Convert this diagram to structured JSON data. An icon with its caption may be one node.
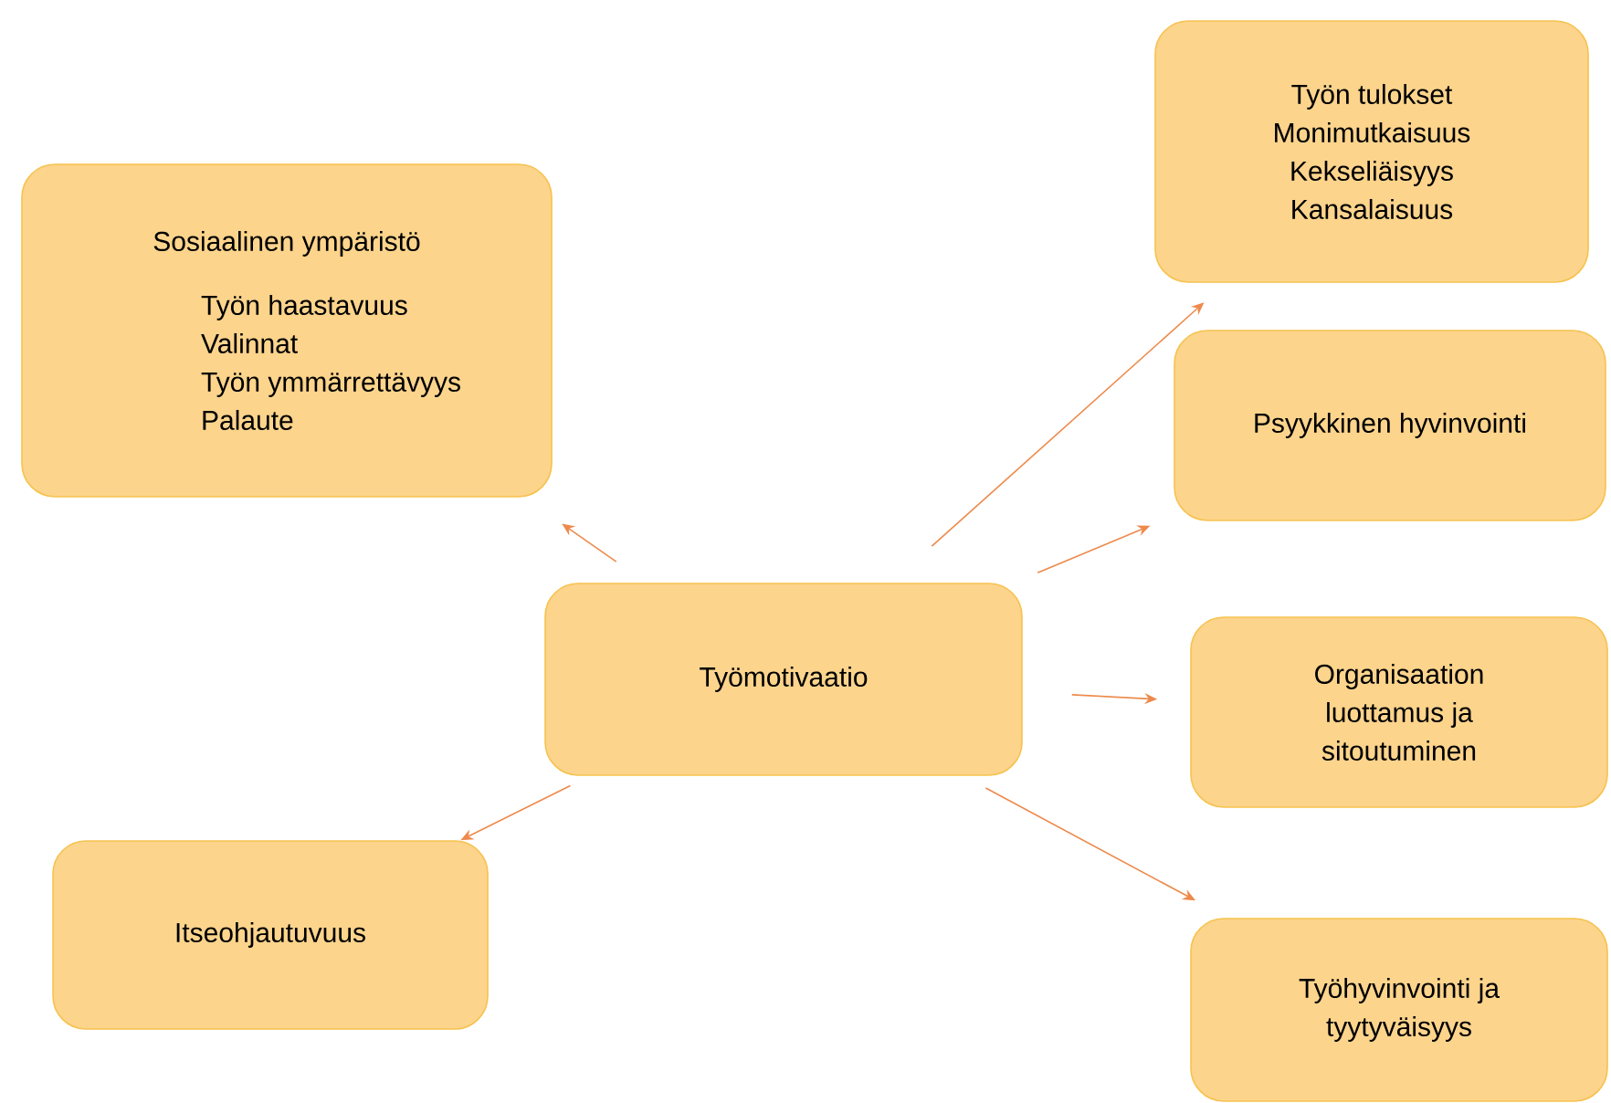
{
  "diagram": {
    "nodes": [
      {
        "text": [
          "Sosiaalinen ympäristö",
          "Työn haastavuus",
          "Valinnat",
          "Työn ymmärrettävyys",
          "Palaute"
        ]
      },
      {
        "text": [
          "Työn tulokset",
          "Monimutkaisuus",
          "Kekseliäisyys",
          "Kansalaisuus"
        ]
      },
      {
        "text": [
          "Psyykkinen hyvinvointi"
        ]
      },
      {
        "text": [
          "Työmotivaatio"
        ]
      },
      {
        "text": [
          "Organisaation luottamus ja sitoutuminen"
        ]
      },
      {
        "text": [
          "Itseohjautuvuus"
        ]
      },
      {
        "text": [
          "Työhyvinvointi ja tyytyväisyys"
        ]
      }
    ],
    "edges": [
      {
        "from": 3,
        "to": 0,
        "arrow": "to"
      },
      {
        "from": 3,
        "to": 1,
        "arrow": "to"
      },
      {
        "from": 3,
        "to": 2,
        "arrow": "to"
      },
      {
        "from": 3,
        "to": 4,
        "arrow": "to"
      },
      {
        "from": 3,
        "to": 5,
        "arrow": "to"
      },
      {
        "from": 3,
        "to": 6,
        "arrow": "to"
      }
    ]
  }
}
